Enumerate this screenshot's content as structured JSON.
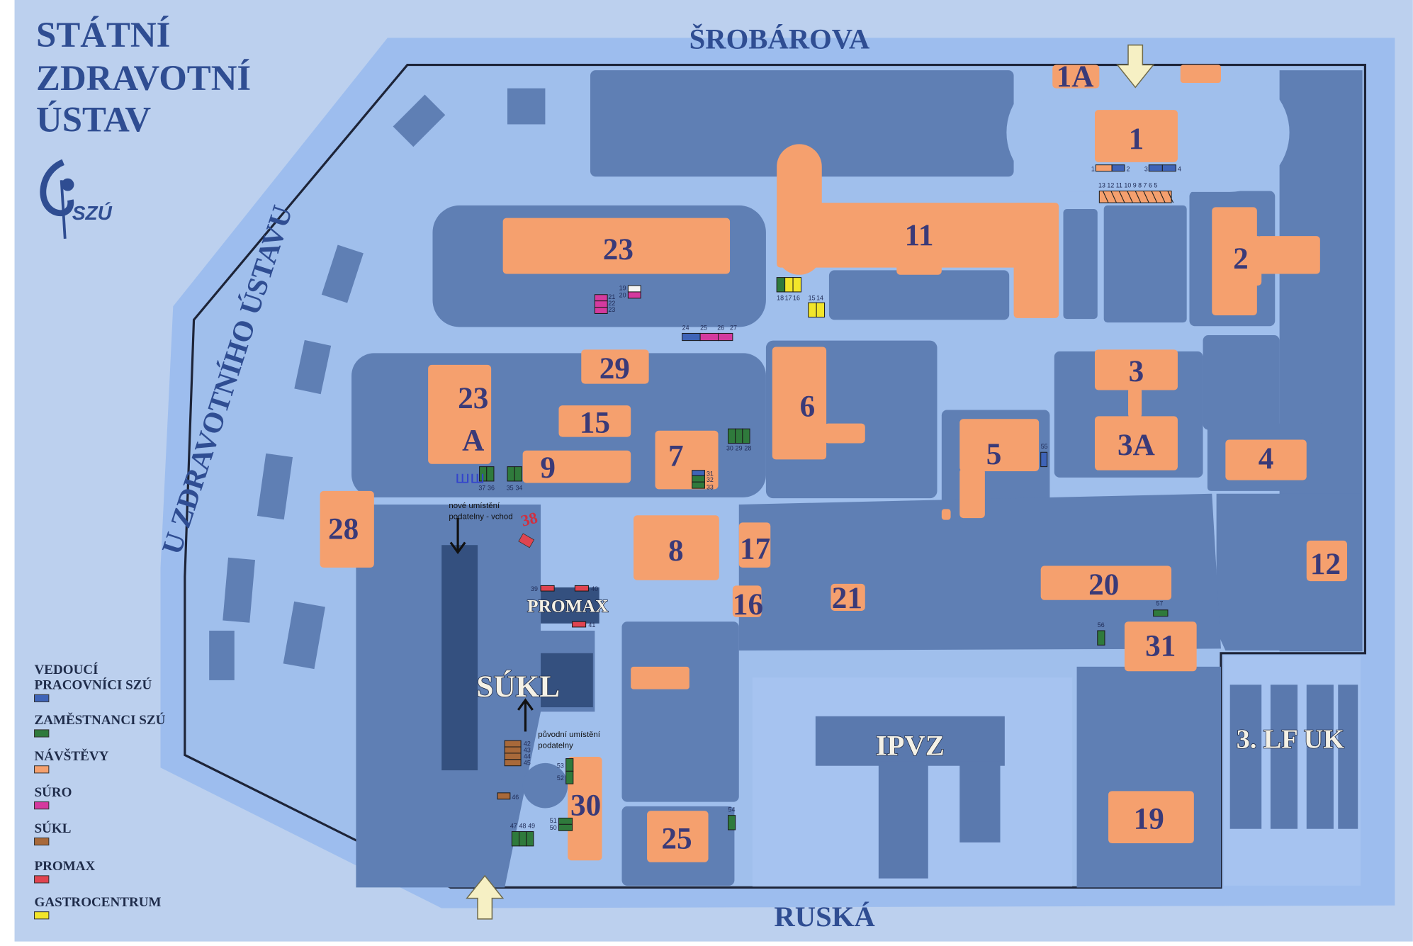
{
  "title": {
    "line1": "STÁTNÍ",
    "line2": "ZDRAVOTNÍ",
    "line3": "ÚSTAV",
    "logo_text": "SZÚ"
  },
  "streets": {
    "top": "ŠROBÁROVA",
    "bottom": "RUSKÁ",
    "left": "U ZDRAVOTNÍHO ÚSTAVU"
  },
  "buildings": {
    "b1A": "1A",
    "b1": "1",
    "b2": "2",
    "b3": "3",
    "b3A": "3A",
    "b4": "4",
    "b5": "5",
    "b6": "6",
    "b7": "7",
    "b8": "8",
    "b9": "9",
    "b11": "11",
    "b12": "12",
    "b15": "15",
    "b16": "16",
    "b17": "17",
    "b19": "19",
    "b20": "20",
    "b21": "21",
    "b23": "23",
    "b23A_top": "23",
    "b23A_bottom": "A",
    "b25": "25",
    "b28": "28",
    "b29": "29",
    "b30": "30",
    "b31": "31"
  },
  "institutions": {
    "sukl": "SÚKL",
    "promax": "PROMAX",
    "ipvz": "IPVZ",
    "lf": "3. LF UK"
  },
  "annotations": {
    "new_line1": "nové umístění",
    "new_line2": "podatelny - vchod",
    "old_line1": "původní umístění",
    "old_line2": "podatelny",
    "scribble": "38"
  },
  "legend": [
    {
      "label": "VEDOUCÍ",
      "label2": "PRACOVNÍCI SZÚ",
      "color": "#3f64b8"
    },
    {
      "label": "ZAMĚSTNANCI SZÚ",
      "label2": "",
      "color": "#2f7a3c"
    },
    {
      "label": "NÁVŠTĚVY",
      "label2": "",
      "color": "#f5a06e"
    },
    {
      "label": "SÚRO",
      "label2": "",
      "color": "#d43a9e"
    },
    {
      "label": "SÚKL",
      "label2": "",
      "color": "#a8693a"
    },
    {
      "label": "PROMAX",
      "label2": "",
      "color": "#e04450"
    },
    {
      "label": "GASTROCENTRUM",
      "label2": "",
      "color": "#f2e52a"
    }
  ],
  "parking": [
    {
      "n": "1",
      "c": "#f5a06e"
    },
    {
      "n": "2",
      "c": "#3f64b8"
    },
    {
      "n": "3",
      "c": "#3f64b8"
    },
    {
      "n": "4",
      "c": "#3f64b8"
    },
    {
      "n": "13 12 11 10 9 8 7 6 5",
      "c": "#f5a06e"
    },
    {
      "n": "15",
      "c": "#f2e52a"
    },
    {
      "n": "14",
      "c": "#f2e52a"
    },
    {
      "n": "18",
      "c": "#2f7a3c"
    },
    {
      "n": "17",
      "c": "#f2e52a"
    },
    {
      "n": "16",
      "c": "#f2e52a"
    },
    {
      "n": "19",
      "c": "#f4f4f4"
    },
    {
      "n": "20",
      "c": "#d43a9e"
    },
    {
      "n": "21",
      "c": "#d43a9e"
    },
    {
      "n": "22",
      "c": "#d43a9e"
    },
    {
      "n": "23",
      "c": "#d43a9e"
    },
    {
      "n": "24",
      "c": "#3f64b8"
    },
    {
      "n": "25",
      "c": "#d43a9e"
    },
    {
      "n": "26",
      "c": "#d43a9e"
    },
    {
      "n": "27",
      "c": "#2f7a3c"
    },
    {
      "n": "30",
      "c": "#2f7a3c"
    },
    {
      "n": "29",
      "c": "#2f7a3c"
    },
    {
      "n": "28",
      "c": "#2f7a3c"
    },
    {
      "n": "31",
      "c": "#3f64b8"
    },
    {
      "n": "32",
      "c": "#2f7a3c"
    },
    {
      "n": "33",
      "c": "#2f7a3c"
    },
    {
      "n": "37",
      "c": "#2f7a3c"
    },
    {
      "n": "36",
      "c": "#2f7a3c"
    },
    {
      "n": "35",
      "c": "#2f7a3c"
    },
    {
      "n": "34",
      "c": "#2f7a3c"
    },
    {
      "n": "39",
      "c": "#e04450"
    },
    {
      "n": "40",
      "c": "#e04450"
    },
    {
      "n": "41",
      "c": "#e04450"
    },
    {
      "n": "42",
      "c": "#a8693a"
    },
    {
      "n": "43",
      "c": "#a8693a"
    },
    {
      "n": "44",
      "c": "#a8693a"
    },
    {
      "n": "45",
      "c": "#a8693a"
    },
    {
      "n": "46",
      "c": "#a8693a"
    },
    {
      "n": "47",
      "c": "#2f7a3c"
    },
    {
      "n": "48",
      "c": "#2f7a3c"
    },
    {
      "n": "49",
      "c": "#2f7a3c"
    },
    {
      "n": "51",
      "c": "#2f7a3c"
    },
    {
      "n": "50",
      "c": "#2f7a3c"
    },
    {
      "n": "53",
      "c": "#2f7a3c"
    },
    {
      "n": "52",
      "c": "#2f7a3c"
    },
    {
      "n": "54",
      "c": "#2f7a3c"
    },
    {
      "n": "55",
      "c": "#3f64b8"
    },
    {
      "n": "56",
      "c": "#2f7a3c"
    },
    {
      "n": "57",
      "c": "#2f7a3c"
    }
  ],
  "colors": {
    "building": "#f5a06e",
    "road": "#a0bfec",
    "block": "#5f7fb4",
    "background": "#bcd0ee"
  }
}
